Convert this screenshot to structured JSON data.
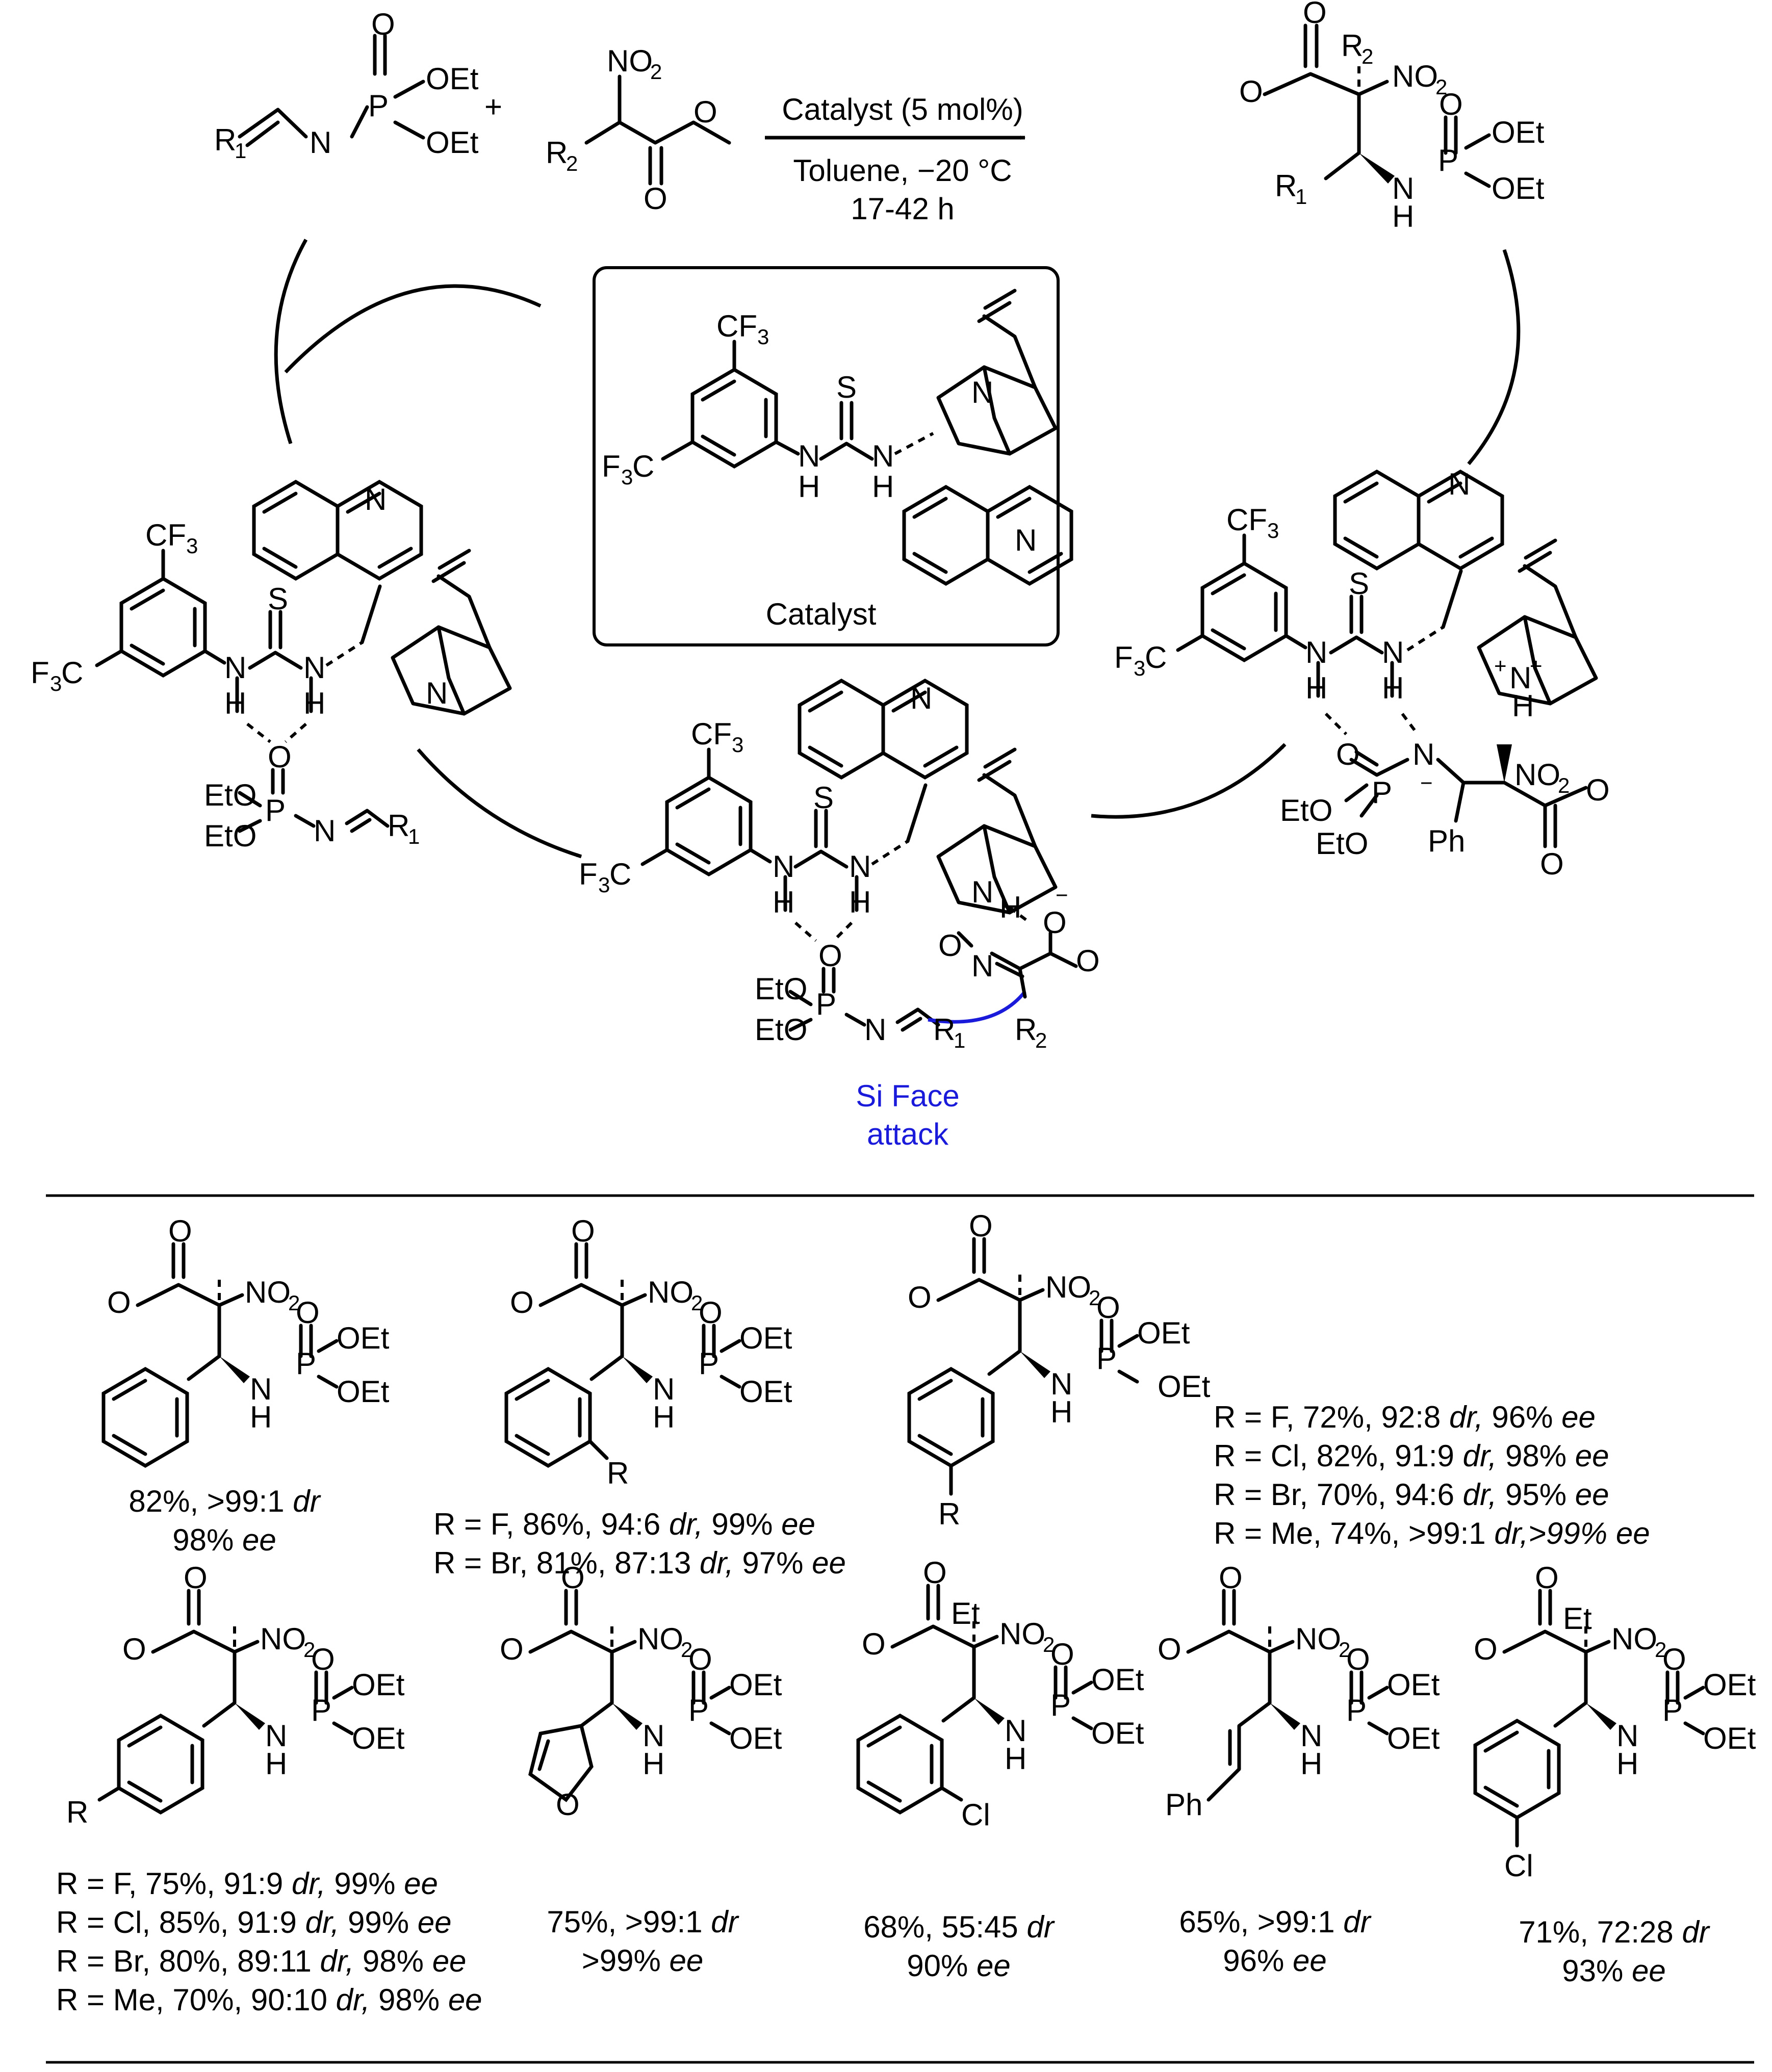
{
  "reaction": {
    "condition_top": "Catalyst (5 mol%)",
    "condition_bottom_1": "Toluene, −20 °C",
    "condition_bottom_2": "17-42 h"
  },
  "catalyst_box": {
    "caption": "Catalyst"
  },
  "si_face": {
    "line1": "Si Face",
    "line2": "attack"
  },
  "colors": {
    "accent_blue": "#1a1adb",
    "ink": "#000000"
  },
  "products": [
    {
      "id": "p1",
      "lines": [
        [
          {
            "t": "82%, >99:1 "
          },
          {
            "t": "dr",
            "i": true
          }
        ],
        [
          {
            "t": "98% "
          },
          {
            "t": "ee",
            "i": true
          }
        ]
      ]
    },
    {
      "id": "p2",
      "lines": [
        [
          {
            "t": "R = F, 86%, 94:6 "
          },
          {
            "t": "dr,",
            "i": true
          },
          {
            "t": " 99% "
          },
          {
            "t": "ee",
            "i": true
          }
        ],
        [
          {
            "t": "R = Br, 81%, 87:13 "
          },
          {
            "t": "dr,",
            "i": true
          },
          {
            "t": " 97% "
          },
          {
            "t": "ee",
            "i": true
          }
        ]
      ]
    },
    {
      "id": "p3",
      "lines": [
        [
          {
            "t": "R = F, 72%, 92:8 "
          },
          {
            "t": "dr,",
            "i": true
          },
          {
            "t": " 96% "
          },
          {
            "t": "ee",
            "i": true
          }
        ],
        [
          {
            "t": "R = Cl, 82%, 91:9 "
          },
          {
            "t": "dr,",
            "i": true
          },
          {
            "t": " 98% "
          },
          {
            "t": "ee",
            "i": true
          }
        ],
        [
          {
            "t": "R = Br, 70%, 94:6 "
          },
          {
            "t": "dr,",
            "i": true
          },
          {
            "t": " 95% "
          },
          {
            "t": "ee",
            "i": true
          }
        ],
        [
          {
            "t": "R = Me, 74%, >99:1 "
          },
          {
            "t": "dr,>99%",
            "i": true
          },
          {
            "t": " "
          },
          {
            "t": "ee",
            "i": true
          }
        ]
      ]
    },
    {
      "id": "p4",
      "lines": [
        [
          {
            "t": "R = F, 75%, 91:9 "
          },
          {
            "t": "dr,",
            "i": true
          },
          {
            "t": " 99% "
          },
          {
            "t": "ee",
            "i": true
          }
        ],
        [
          {
            "t": "R = Cl, 85%, 91:9 "
          },
          {
            "t": "dr,",
            "i": true
          },
          {
            "t": " 99% "
          },
          {
            "t": "ee",
            "i": true
          }
        ],
        [
          {
            "t": "R = Br, 80%, 89:11 "
          },
          {
            "t": "dr,",
            "i": true
          },
          {
            "t": " 98% "
          },
          {
            "t": "ee",
            "i": true
          }
        ],
        [
          {
            "t": "R = Me, 70%, 90:10 "
          },
          {
            "t": "dr,",
            "i": true
          },
          {
            "t": " 98% "
          },
          {
            "t": "ee",
            "i": true
          }
        ]
      ]
    },
    {
      "id": "p5",
      "lines": [
        [
          {
            "t": "75%, >99:1 "
          },
          {
            "t": "dr",
            "i": true
          }
        ],
        [
          {
            "t": ">99% "
          },
          {
            "t": "ee",
            "i": true
          }
        ]
      ]
    },
    {
      "id": "p6",
      "lines": [
        [
          {
            "t": "68%, 55:45 "
          },
          {
            "t": "dr",
            "i": true
          }
        ],
        [
          {
            "t": "90% "
          },
          {
            "t": "ee",
            "i": true
          }
        ]
      ]
    },
    {
      "id": "p7",
      "lines": [
        [
          {
            "t": "65%, >99:1 "
          },
          {
            "t": "dr",
            "i": true
          }
        ],
        [
          {
            "t": "96% "
          },
          {
            "t": "ee",
            "i": true
          }
        ]
      ]
    },
    {
      "id": "p8",
      "lines": [
        [
          {
            "t": "71%, 72:28 "
          },
          {
            "t": "dr",
            "i": true
          }
        ],
        [
          {
            "t": "93% "
          },
          {
            "t": "ee",
            "i": true
          }
        ]
      ]
    }
  ]
}
